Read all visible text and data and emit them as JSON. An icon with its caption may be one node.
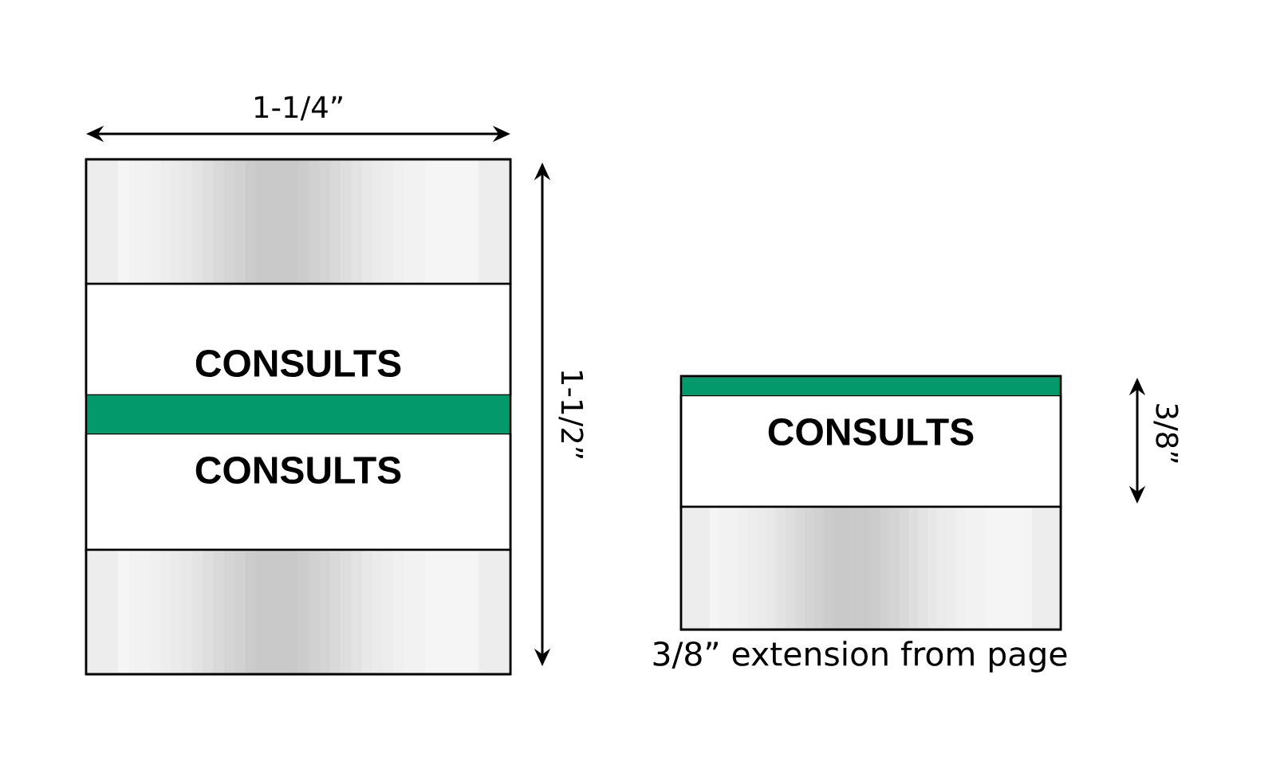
{
  "diagram": {
    "nodes": [
      {
        "text": [],
        "shape": "box"
      },
      {
        "text": [
          "CONSULTS"
        ],
        "in": 0
      },
      {
        "text": [
          "CONSULTS"
        ],
        "in": 0
      },
      {
        "text": [],
        "shape": "box",
        "beside": [
          "3/8” extension from page"
        ]
      },
      {
        "text": [
          "CONSULTS"
        ],
        "in": 3
      }
    ],
    "labels": [
      "1-1/4”",
      "1-1/2”",
      "3/8”"
    ]
  }
}
